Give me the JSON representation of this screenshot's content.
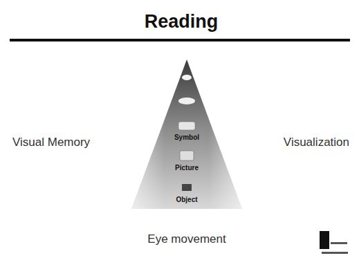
{
  "diagram": {
    "title": "Reading",
    "labels": [
      "Visual Memory",
      "Visualization",
      "Symbol",
      "Picture",
      "Object",
      "Eye movement"
    ]
  }
}
